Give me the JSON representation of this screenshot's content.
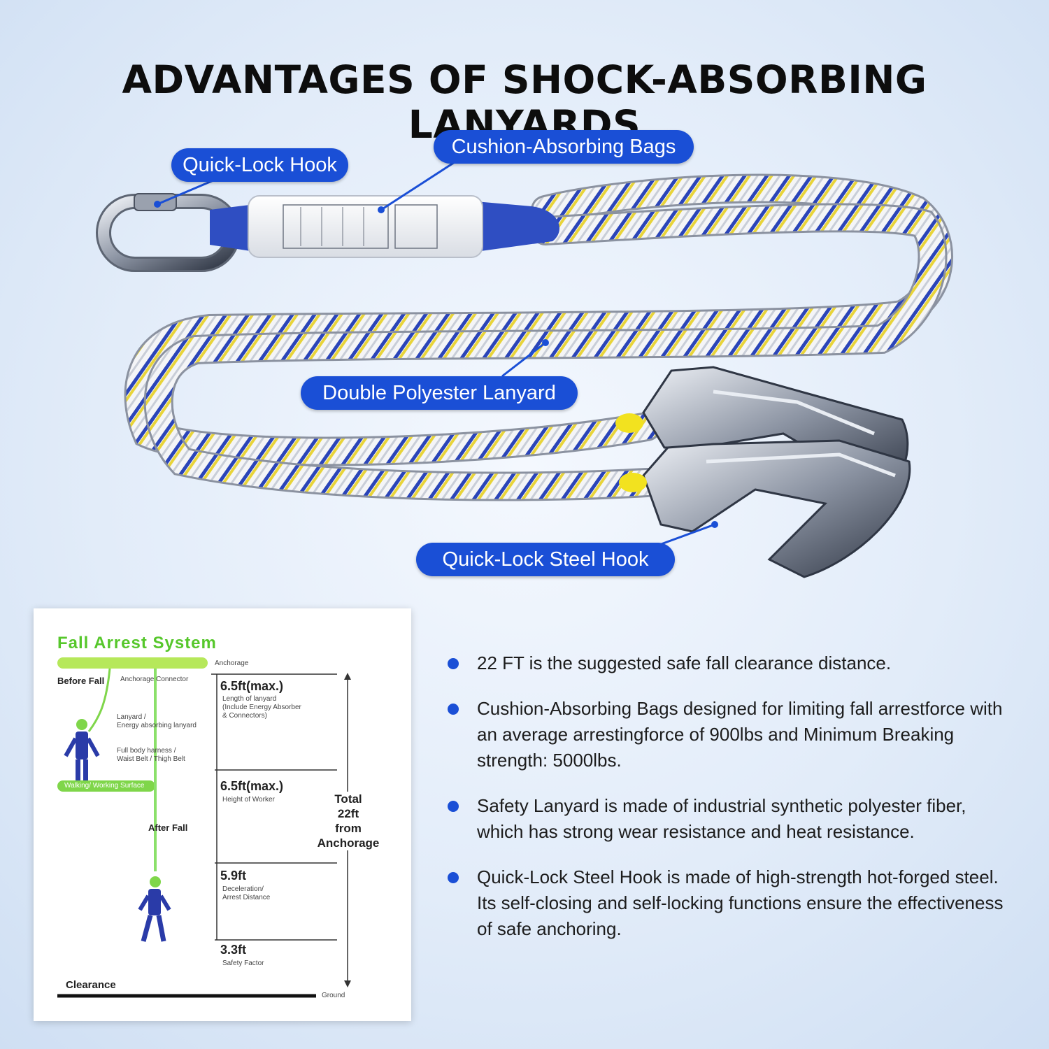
{
  "title": "ADVANTAGES OF SHOCK-ABSORBING LANYARDS",
  "callouts": {
    "quick_lock_hook": "Quick-Lock Hook",
    "cushion_bags": "Cushion-Absorbing Bags",
    "double_lanyard": "Double Polyester Lanyard",
    "steel_hook": "Quick-Lock Steel Hook"
  },
  "diagram": {
    "title": "Fall  Arrest  System",
    "anchorage": "Anchorage",
    "before_fall": "Before  Fall",
    "anchorage_connector": "Anchorage Connector",
    "lanyard_note": "Lanyard /\nEnergy absorbing lanyard",
    "harness_note": "Full body harness /\nWaist Belt / Thigh Belt",
    "working_surface": "Walking/ Working Surface",
    "after_fall": "After  Fall",
    "m1": {
      "value": "6.5ft(max.)",
      "desc": "Length of lanyard\n(Include Energy Absorber\n& Connectors)"
    },
    "m2": {
      "value": "6.5ft(max.)",
      "desc": "Height of Worker"
    },
    "m3": {
      "value": "5.9ft",
      "desc": "Deceleration/\nArrest Distance"
    },
    "m4": {
      "value": "3.3ft",
      "desc": "Safety Factor"
    },
    "total": "Total\n22ft\nfrom\nAnchorage",
    "clearance": "Clearance",
    "ground": "Ground"
  },
  "features": [
    "22 FT is the suggested safe fall clearance distance.",
    "Cushion-Absorbing Bags designed for limiting fall arrestforce with an average arrestingforce of 900lbs and Minimum Breaking strength: 5000lbs.",
    "Safety Lanyard is made of industrial synthetic polyester fiber, which has strong wear resistance and heat resistance.",
    "Quick-Lock Steel Hook is made of high-strength hot-forged steel. Its self-closing and self-locking functions ensure the effectiveness of safe anchoring."
  ],
  "colors": {
    "accent": "#1a4fd6",
    "diagram_green": "#56c72b",
    "rope_blue": "#2b45b8",
    "rope_yellow": "#e8d43a"
  }
}
